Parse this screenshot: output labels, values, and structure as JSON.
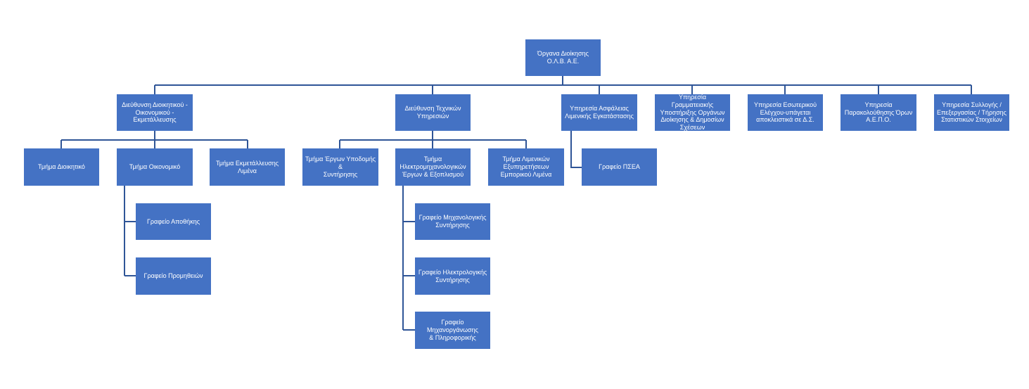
{
  "colors": {
    "box_fill": "#4472c4",
    "connector": "#2f5597",
    "text": "#ffffff"
  },
  "root": {
    "label": "Όργανα Διοίκησης\nΟ.Λ.Β. Α.Ε."
  },
  "directorate_admin": {
    "label": "Διεύθυνση Διοικητικού -\nΟικονομικού -\nΕκμετάλλευσης"
  },
  "directorate_technical": {
    "label": "Διεύθυνση Τεχνικών\nΥπηρεσιών"
  },
  "service_security": {
    "label": "Υπηρεσία Ασφάλειας\nΛιμενικής Εγκατάστασης"
  },
  "service_secretariat": {
    "label": "Υπηρεσία Γραμματειακής\nΥποστήριξης Οργάνων\nΔιοίκησης & Δημοσίων\nΣχέσεων"
  },
  "service_internal_audit": {
    "label": "Υπηρεσία Εσωτερικού\nΕλέγχου-υπάγεται\nαποκλειστικά σε Δ.Σ."
  },
  "service_monitoring": {
    "label": "Υπηρεσία\nΠαρακολούθησης Όρων\nΑ.Ε.Π.Ο."
  },
  "service_statistics": {
    "label": "Υπηρεσία Συλλογής /\nΕπεξεργασίας / Τήρησης\nΣτατιστικών Στοιχείων"
  },
  "dept_administrative": {
    "label": "Τμήμα Διοικητικό"
  },
  "dept_financial": {
    "label": "Τμήμα Οικονομικό"
  },
  "dept_port_operation": {
    "label": "Τμήμα Εκμετάλλευσης\nΛιμένα"
  },
  "dept_infrastructure": {
    "label": "Τμήμα Έργων Υποδομής &\nΣυντήρησης"
  },
  "dept_electromechanical": {
    "label": "Τμήμα\nΗλεκτρομηχανολογικών\nΈργων & Εξοπλισμού"
  },
  "dept_port_services": {
    "label": "Τμήμα Λιμενικών\nΕξυπηρετήσεων\nΕμπορικού Λιμένα"
  },
  "office_psea": {
    "label": "Γραφείο ΠΣΕΑ"
  },
  "office_warehouse": {
    "label": "Γραφείο Αποθήκης"
  },
  "office_procurement": {
    "label": "Γραφείο Προμηθειών"
  },
  "office_mechanical_maintenance": {
    "label": "Γραφείο Μηχανολογικής\nΣυντήρησης"
  },
  "office_electrical_maintenance": {
    "label": "Γραφείο Ηλεκτρολογικής\nΣυντήρησης"
  },
  "office_machining_it": {
    "label": "Γραφείο Μηχανοργάνωσης\n& Πληροφορικής"
  }
}
